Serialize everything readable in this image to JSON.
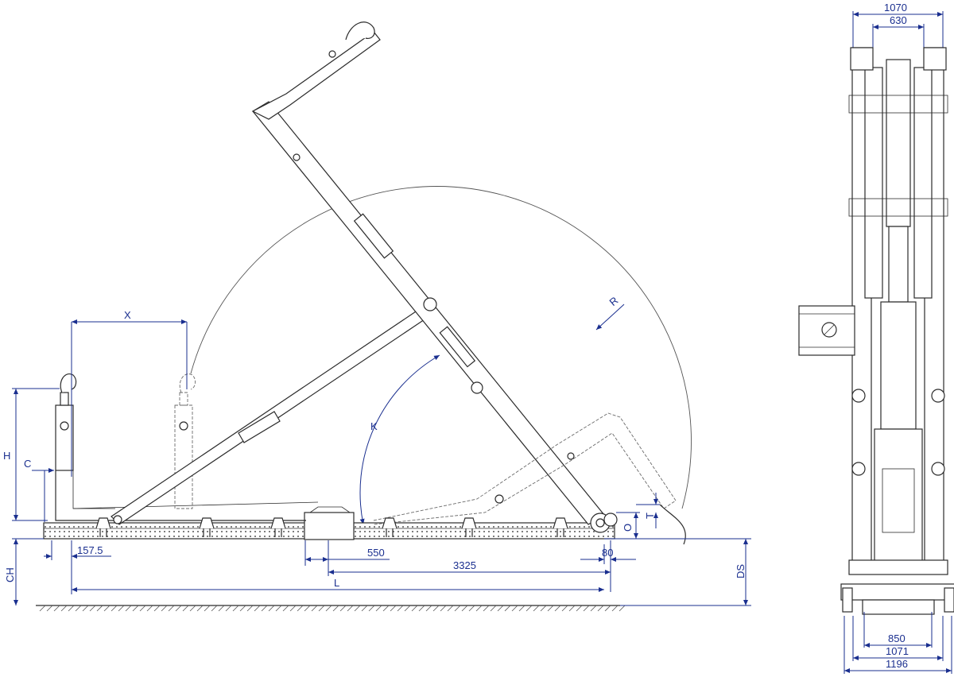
{
  "labels": {
    "x": "X",
    "h": "H",
    "c": "C",
    "r": "R",
    "k": "K",
    "t": "T",
    "o": "O",
    "ch": "CH",
    "ds": "DS",
    "l": "L",
    "d157": "157.5",
    "d550": "550",
    "d3325": "3325",
    "d80": "80",
    "d1070": "1070",
    "d630": "630",
    "d850": "850",
    "d1071": "1071",
    "d1196": "1196"
  }
}
